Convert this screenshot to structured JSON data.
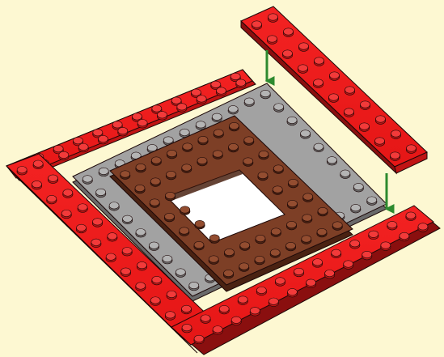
{
  "colors": {
    "background": "#fdf8d2",
    "red_top": "#ee1c1c",
    "red_side_dark": "#8a0f0f",
    "red_side_light": "#c01414",
    "red_stud": "#f23a3a",
    "gray_top": "#a2a2a2",
    "gray_side": "#6a6a6a",
    "gray_stud": "#b4b4b4",
    "brown_top": "#7d3f26",
    "brown_side": "#4a2212",
    "brown_stud": "#934d30",
    "outline": "#1c0808",
    "arrow": "#2d8a2f"
  },
  "parts": {
    "red_plates": [
      "red-plate-front-left",
      "red-plate-back-left",
      "red-plate-front-right",
      "red-plate-lifted"
    ],
    "gray_frame": "gray-frame",
    "brown_frame": "brown-frame"
  },
  "icons": [
    "down-arrow-icon"
  ]
}
